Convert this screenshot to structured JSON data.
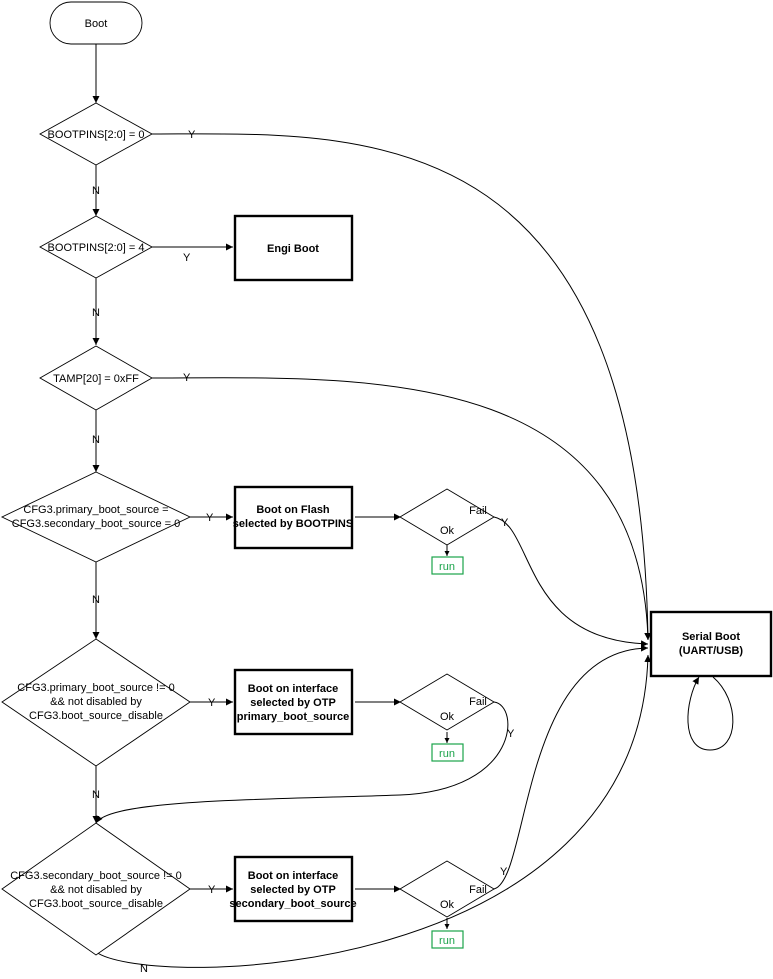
{
  "start": {
    "label": "Boot"
  },
  "decisions": {
    "d1": {
      "label": "BOOTPINS[2:0] = 0"
    },
    "d2": {
      "label": "BOOTPINS[2:0] = 4"
    },
    "d3": {
      "label": "TAMP[20] = 0xFF"
    },
    "d4": {
      "lines": [
        "CFG3.primary_boot_source =",
        "CFG3.secondary_boot_source = 0"
      ]
    },
    "d5": {
      "lines": [
        "CFG3.primary_boot_source != 0",
        "&& not disabled by",
        "CFG3.boot_source_disable"
      ]
    },
    "d6": {
      "lines": [
        "CFG3.secondary_boot_source != 0",
        "&& not disabled by",
        "CFG3.boot_source_disable"
      ]
    }
  },
  "processes": {
    "engi": {
      "lines": [
        "Engi Boot"
      ]
    },
    "flash": {
      "lines": [
        "Boot on Flash",
        "selected by BOOTPINS"
      ]
    },
    "primary": {
      "lines": [
        "Boot on interface",
        "selected by OTP",
        "primary_boot_source"
      ]
    },
    "secondary": {
      "lines": [
        "Boot on interface",
        "selected by OTP",
        "secondary_boot_source"
      ]
    },
    "serial": {
      "lines": [
        "Serial Boot",
        "(UART/USB)"
      ]
    }
  },
  "checks": {
    "c1": {
      "fail": "Fail",
      "ok": "Ok"
    },
    "c2": {
      "fail": "Fail",
      "ok": "Ok"
    },
    "c3": {
      "fail": "Fail",
      "ok": "Ok"
    }
  },
  "run_labels": [
    "run",
    "run",
    "run"
  ],
  "edge_labels": {
    "yes": "Y",
    "no": "N"
  }
}
